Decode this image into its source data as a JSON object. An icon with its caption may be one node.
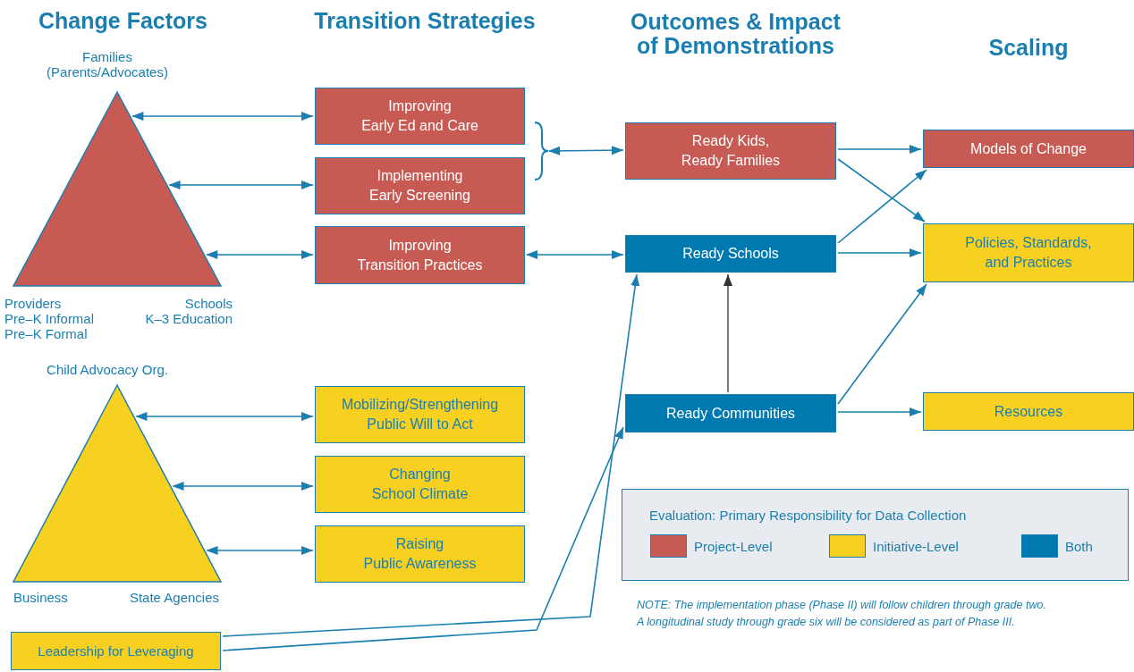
{
  "diagram": {
    "nodes": [
      {
        "text": [],
        "shape": "triangle",
        "beside": [
          "Families (Parents/Advocates)",
          "Providers Pre–K Informal Pre–K Formal",
          "Schools K–3 Education"
        ]
      },
      {
        "text": [
          "Improving Early Ed and Care"
        ]
      },
      {
        "text": [
          "Implementing Early Screening"
        ]
      },
      {
        "text": [
          "Improving Transition Practices"
        ]
      },
      {
        "text": [],
        "shape": "triangle",
        "beside": [
          "Child Advocacy Org.",
          "Business",
          "State Agencies"
        ]
      },
      {
        "text": [
          "Mobilizing/Strengthening Public Will to Act"
        ]
      },
      {
        "text": [
          "Changing School Climate"
        ]
      },
      {
        "text": [
          "Raising Public Awareness"
        ]
      },
      {
        "text": [
          "Leadership for Leveraging"
        ]
      },
      {
        "text": [
          "Ready Kids, Ready Families"
        ]
      },
      {
        "text": [
          "Ready Schools"
        ]
      },
      {
        "text": [
          "Ready Communities"
        ]
      },
      {
        "text": [
          "Models of Change"
        ]
      },
      {
        "text": [
          "Policies, Standards, and Practices"
        ]
      },
      {
        "text": [
          "Resources"
        ]
      }
    ],
    "edges": [
      {
        "from": 0,
        "to": 1,
        "arrow": "both"
      },
      {
        "from": 0,
        "to": 2,
        "arrow": "both"
      },
      {
        "from": 0,
        "to": 3,
        "arrow": "both"
      },
      {
        "from": 4,
        "to": 5,
        "arrow": "both"
      },
      {
        "from": 4,
        "to": 6,
        "arrow": "both"
      },
      {
        "from": 4,
        "to": 7,
        "arrow": "both"
      },
      {
        "from": 1,
        "to": 9,
        "arrow": "both"
      },
      {
        "from": 2,
        "to": 9,
        "arrow": "both"
      },
      {
        "from": 3,
        "to": 10,
        "arrow": "both"
      },
      {
        "from": 8,
        "to": 10,
        "arrow": "to"
      },
      {
        "from": 8,
        "to": 11,
        "arrow": "to"
      },
      {
        "from": 11,
        "to": 10,
        "arrow": "to",
        "color": "#333333"
      },
      {
        "from": 9,
        "to": 12,
        "arrow": "to"
      },
      {
        "from": 9,
        "to": 13,
        "arrow": "to"
      },
      {
        "from": 10,
        "to": 12,
        "arrow": "to"
      },
      {
        "from": 10,
        "to": 13,
        "arrow": "to"
      },
      {
        "from": 11,
        "to": 13,
        "arrow": "to"
      },
      {
        "from": 11,
        "to": 14,
        "arrow": "to"
      }
    ],
    "labels": [
      "Change Factors",
      "Transition Strategies",
      "Outcomes & Impact of Demonstrations",
      "Scaling",
      "Evaluation: Primary Responsibility for Data Collection",
      "NOTE: The implementation phase (Phase II) will follow children through grade two. A longitudinal study through grade six will be considered as part of Phase III."
    ],
    "legend": [
      {
        "text": "Project-Level",
        "color": "#c75b53"
      },
      {
        "text": "Initiative-Level",
        "color": "#f8d020"
      },
      {
        "text": "Both",
        "color": "#0079b0"
      }
    ]
  }
}
